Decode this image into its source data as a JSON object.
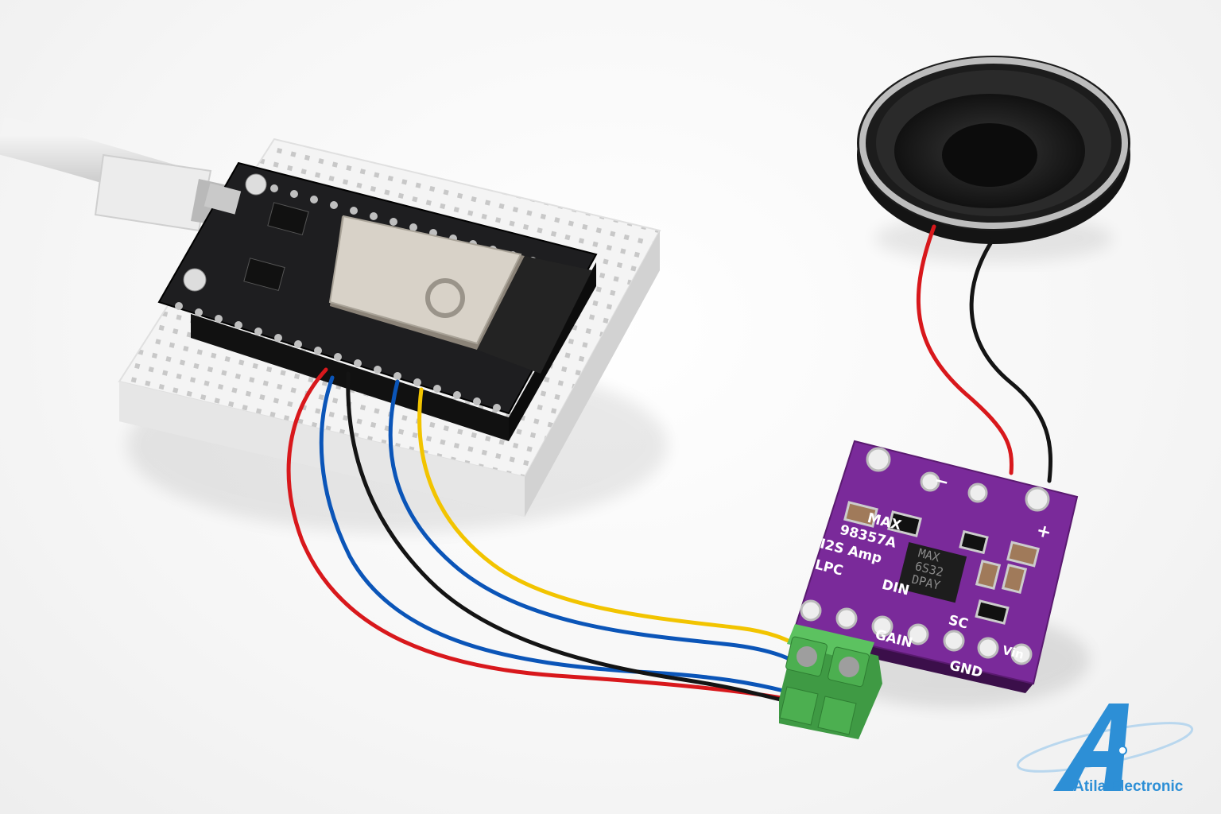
{
  "scene": {
    "colors": {
      "breadboard": "#f3f3f3",
      "esp32_pcb": "#1e1e20",
      "module_shield": "#d8d2c8",
      "amp_pcb": "#7a2a9a",
      "terminal_block": "#4caf50",
      "wire_red": "#d8181c",
      "wire_blue": "#0b55b8",
      "wire_black": "#141414",
      "wire_yellow": "#f2c400",
      "speaker": "#1a1a1a",
      "logo": "#2d8fd6"
    },
    "amp_board": {
      "title_line1": "MAX",
      "title_line2": "98357A",
      "title_line3": "I2S Amp",
      "chip_line1": "MAX",
      "chip_line2": "6S32",
      "chip_line3": "DPAY",
      "minus_symbol": "−",
      "plus_symbol": "+",
      "pins": [
        "LPC",
        "DIN",
        "GAIN",
        "SC",
        "GND",
        "Vin"
      ]
    },
    "logo": {
      "text": "Atila Electronic"
    }
  }
}
